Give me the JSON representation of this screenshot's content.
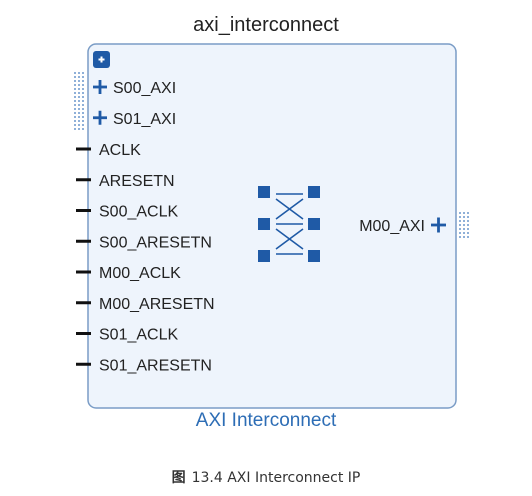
{
  "block": {
    "instance_name": "axi_interconnect",
    "ip_name": "AXI Interconnect"
  },
  "ports": {
    "left_bus": [
      {
        "label": "S00_AXI"
      },
      {
        "label": "S01_AXI"
      }
    ],
    "left_wire": [
      {
        "label": "ACLK"
      },
      {
        "label": "ARESETN"
      },
      {
        "label": "S00_ACLK"
      },
      {
        "label": "S00_ARESETN"
      },
      {
        "label": "M00_ACLK"
      },
      {
        "label": "M00_ARESETN"
      },
      {
        "label": "S01_ACLK"
      },
      {
        "label": "S01_ARESETN"
      }
    ],
    "right_bus": [
      {
        "label": "M00_AXI"
      }
    ]
  },
  "caption": {
    "figure_marker": "图",
    "text": "13.4 AXI Interconnect IP"
  },
  "colors": {
    "block_fill": "#eef4fc",
    "block_border": "#7a9cc6",
    "accent_blue": "#1f5aa6",
    "port_black": "#111111",
    "ip_label": "#2d6db5"
  }
}
